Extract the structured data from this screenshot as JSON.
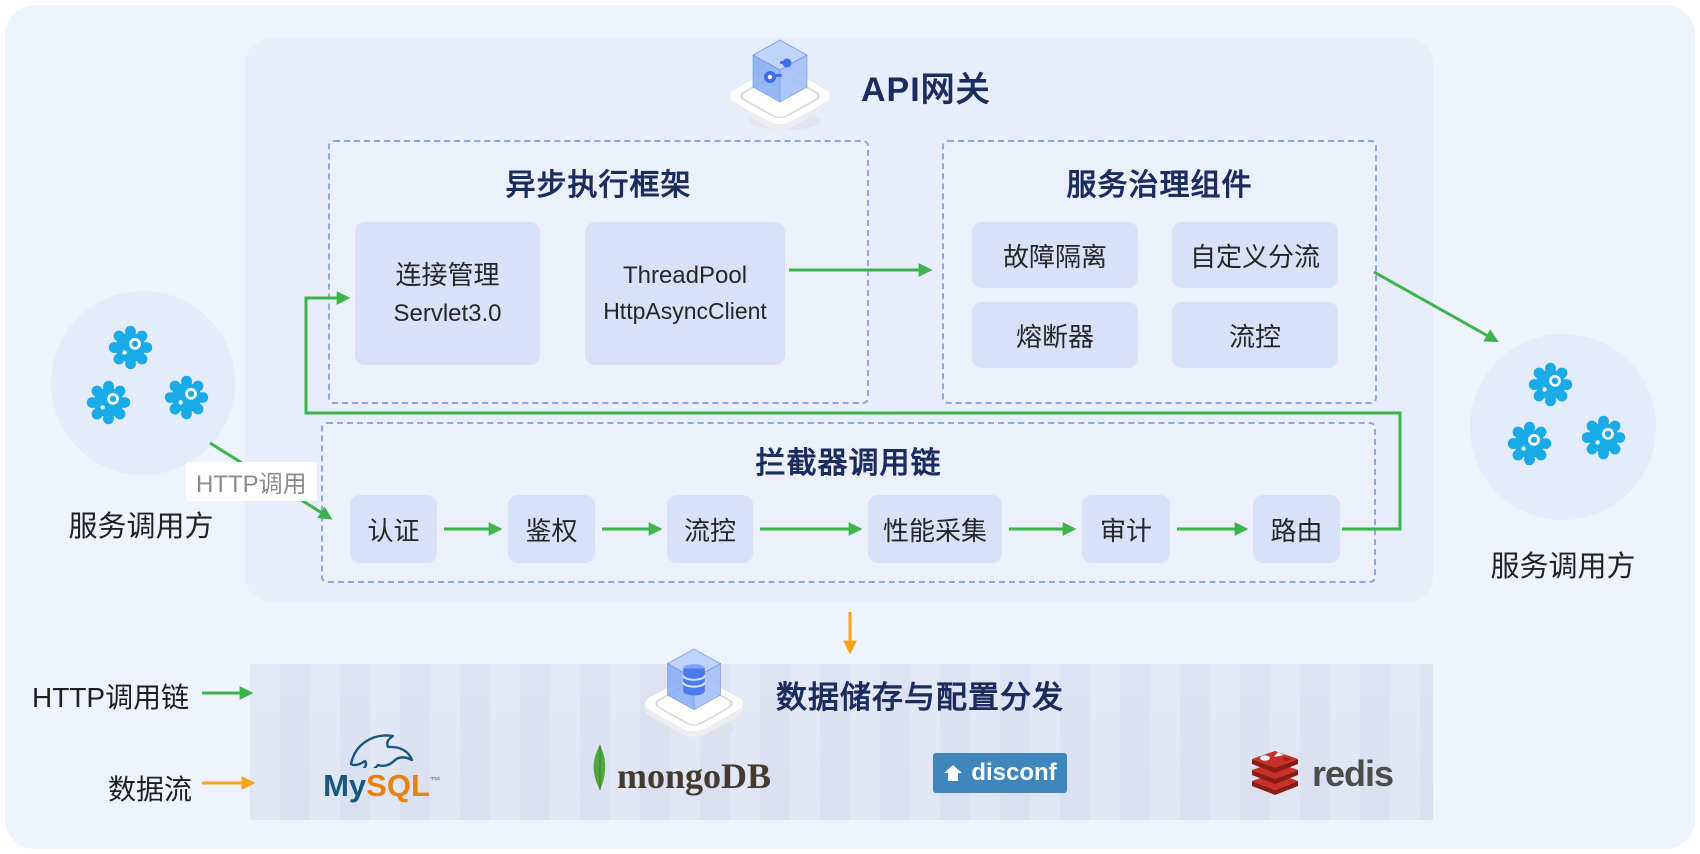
{
  "gateway": {
    "title": "API网关",
    "async": {
      "title": "异步执行框架",
      "box1_line1": "连接管理",
      "box1_line2": "Servlet3.0",
      "box2_line1": "ThreadPool",
      "box2_line2": "HttpAsyncClient"
    },
    "governance": {
      "title": "服务治理组件",
      "items": [
        "故障隔离",
        "自定义分流",
        "熔断器",
        "流控"
      ]
    },
    "chain": {
      "title": "拦截器调用链",
      "steps": [
        "认证",
        "鉴权",
        "流控",
        "性能采集",
        "审计",
        "路由"
      ]
    }
  },
  "callers": {
    "left": "服务调用方",
    "right": "服务调用方"
  },
  "labels": {
    "http_call": "HTTP调用"
  },
  "storage": {
    "title": "数据储存与配置分发"
  },
  "logos": {
    "mysql_part1": "My",
    "mysql_part2": "SQL",
    "mysql_tm": "™",
    "mongodb": "mongoDB",
    "disconf": "disconf",
    "redis": "redis"
  },
  "legend": {
    "http_chain": "HTTP调用链",
    "data_flow": "数据流"
  },
  "colors": {
    "http_chain_arrow": "#3cb44b",
    "data_flow_arrow": "#f9a31b",
    "title_navy": "#1b2d5e",
    "container_fill": "#e8edfb",
    "node_fill": "#d7e1f8",
    "dashed_border": "#8ba8e5",
    "gear_cyan": "#19abe8",
    "disconf_blue": "#3f86bc",
    "redis_red": "#c6302b"
  }
}
